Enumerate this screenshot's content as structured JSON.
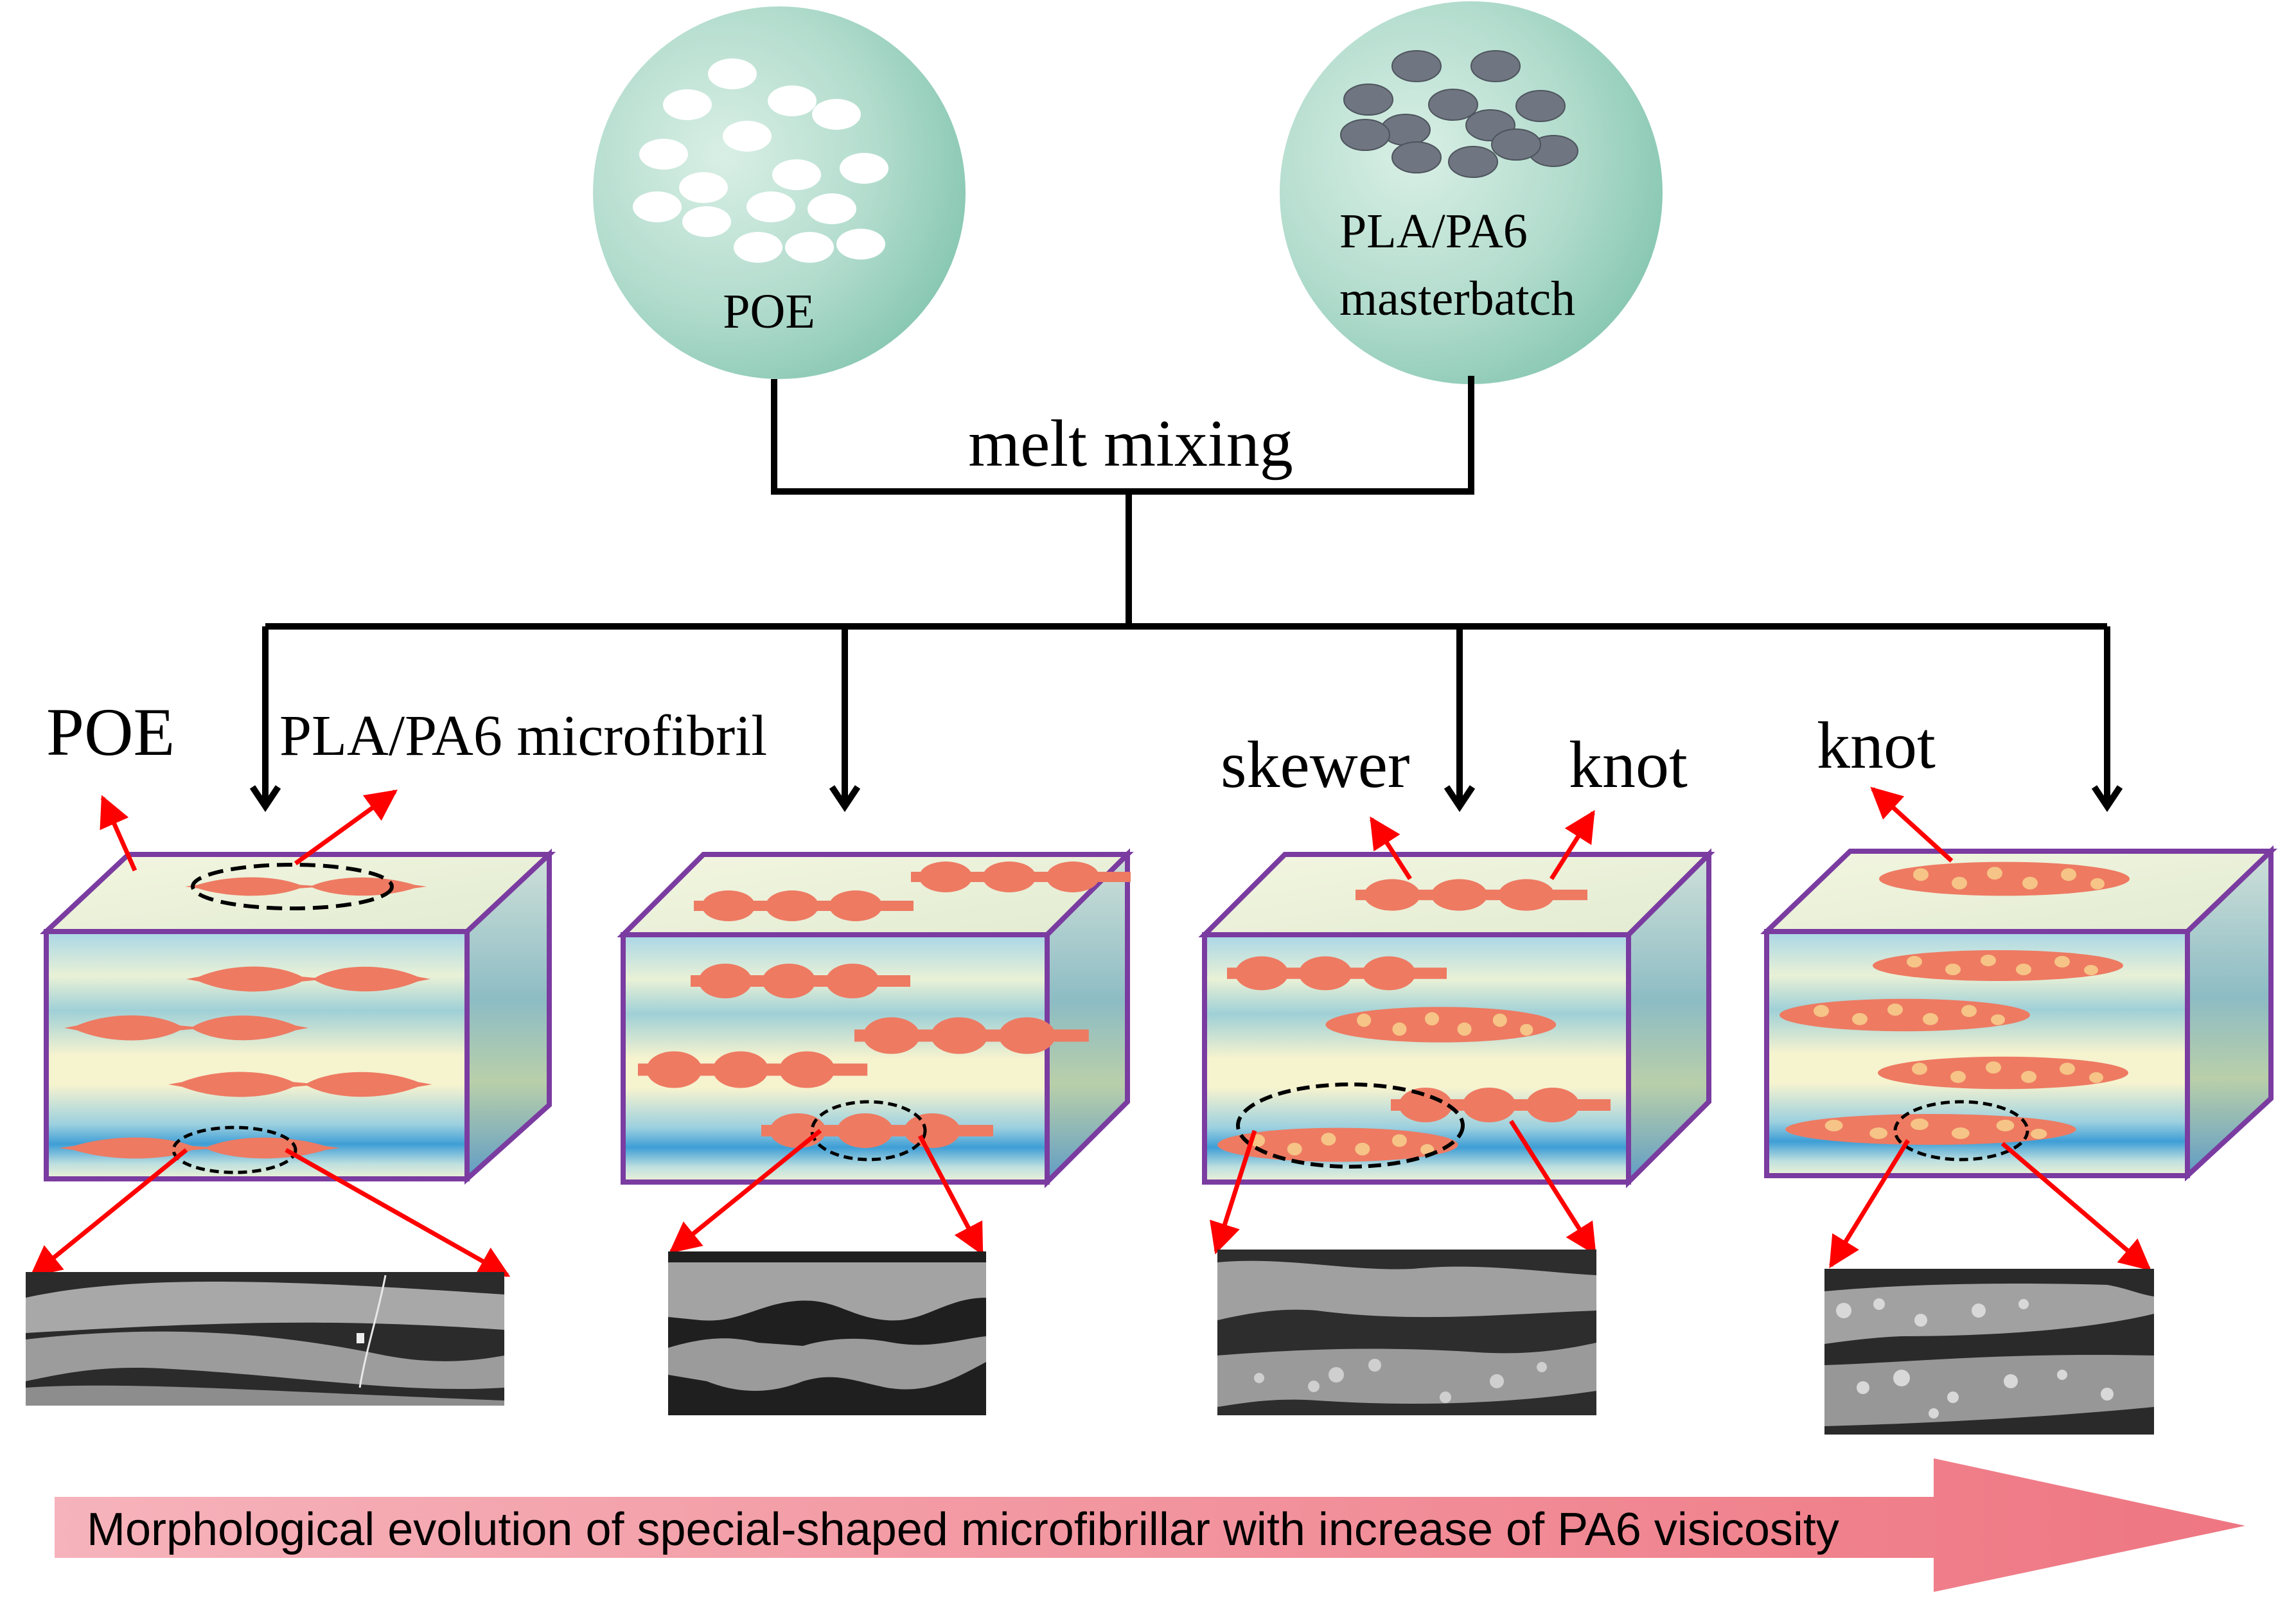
{
  "inputs": {
    "left_pellet_label": "POE",
    "right_pellet_label_line1": "PLA/PA6",
    "right_pellet_label_line2": "masterbatch"
  },
  "process": {
    "mixing_label": "melt mixing"
  },
  "annotations": {
    "poe_label": "POE",
    "microfibril_label": "PLA/PA6 microfibril",
    "skewer_label": "skewer",
    "knot_label_3": "knot",
    "knot_label_4": "knot"
  },
  "bottom_arrow": {
    "text": "Morphological evolution of special-shaped microfibrillar with increase of PA6 visicosity"
  },
  "colors": {
    "pellet_gradient_light": "#d6ede4",
    "pellet_gradient_dark": "#88c8b3",
    "fibril": "#ee7a62",
    "fibril_dark": "#e2624c",
    "knot_dot": "#f5c083",
    "box_border": "#7a3ca0",
    "box_top": "#eef2d8",
    "box_band_blue": "#4aa6d8",
    "box_band_cream": "#f5f3d0",
    "arrow_red": "#ff0000",
    "bottom_arrow_left": "#f5a9b1",
    "bottom_arrow_right": "#ef7c88",
    "sem_bg": "#2a2a2a"
  },
  "icons": {
    "sem_micrograph": "sem-micrograph-icon",
    "flow_arrow": "arrow-down-icon",
    "callout_arrow": "red-arrow-icon"
  }
}
